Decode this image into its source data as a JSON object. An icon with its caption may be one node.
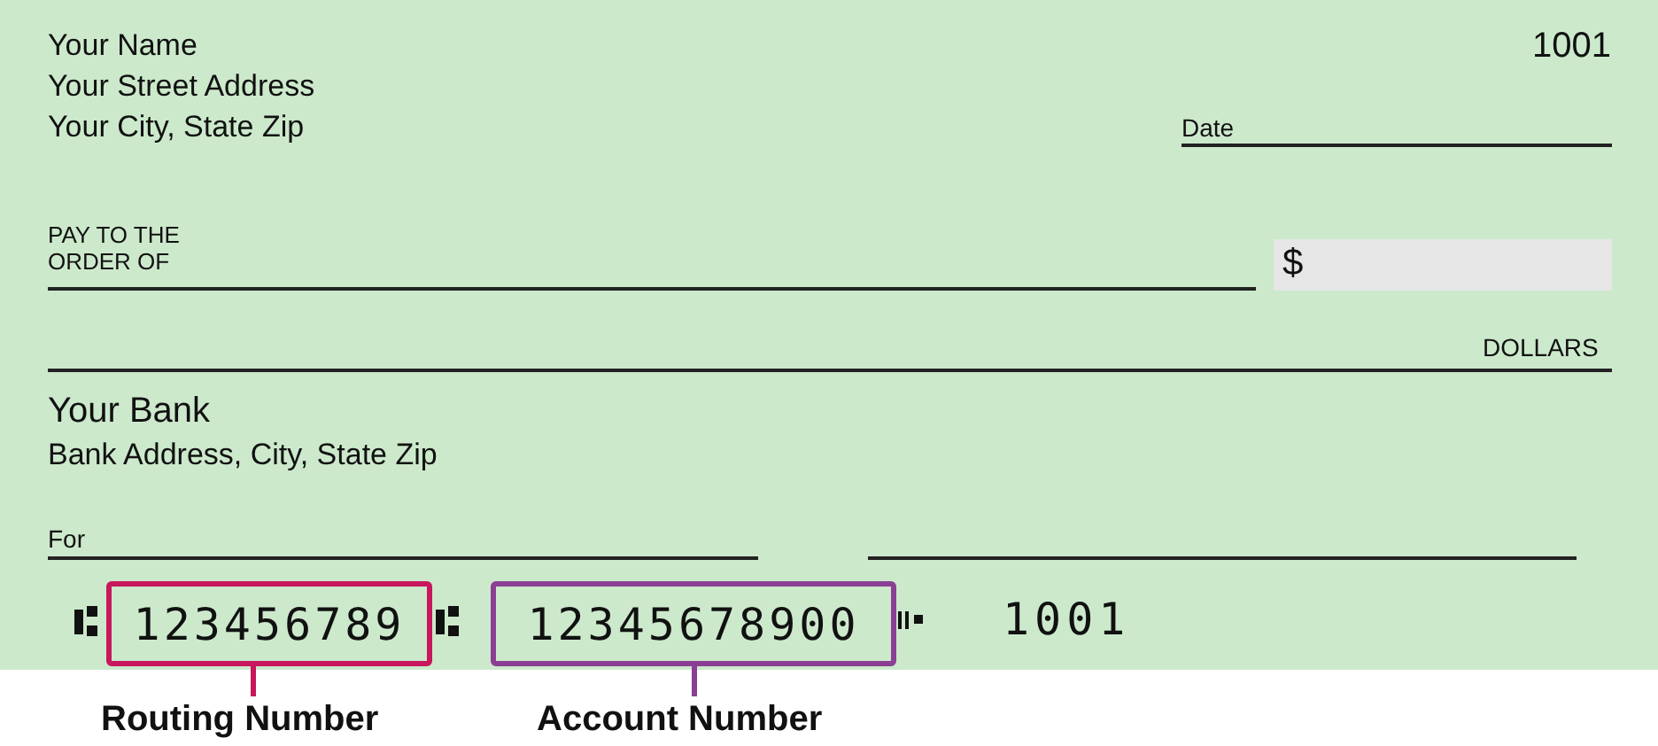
{
  "diagram": {
    "nodes": [
      {
        "text": [
          "123456789"
        ]
      },
      {
        "text": [
          "12345678900"
        ]
      },
      {
        "text": [
          "Routing Number"
        ]
      },
      {
        "text": [
          "Account Number"
        ]
      }
    ],
    "edges": [
      {
        "from": 2,
        "to": 0,
        "arrow": "none",
        "color": "#c8175d"
      },
      {
        "from": 3,
        "to": 1,
        "arrow": "none",
        "color": "#8b3f94"
      }
    ],
    "labels": [
      "Your Name",
      "Your Street Address",
      "Your City, State Zip",
      "1001",
      "Date",
      "PAY TO THE ORDER OF",
      "$",
      "DOLLARS",
      "Your Bank",
      "Bank Address, City, State Zip",
      "For",
      "1001"
    ]
  }
}
